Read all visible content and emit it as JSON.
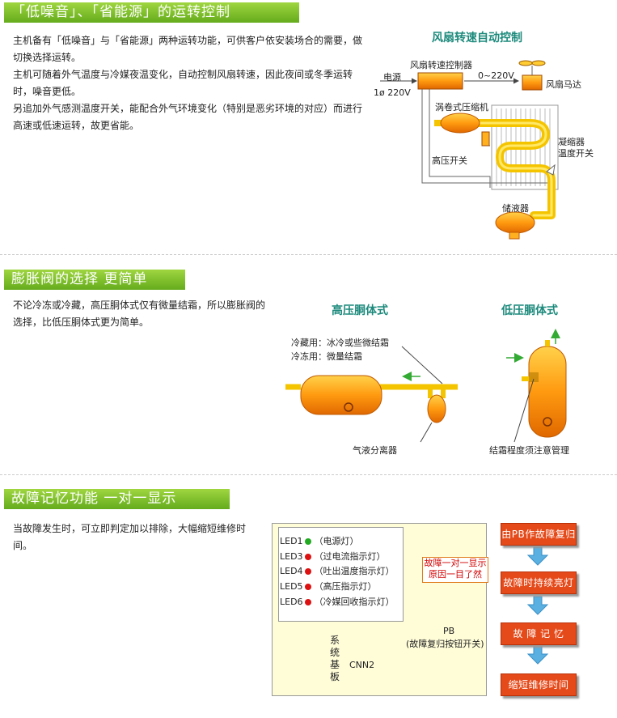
{
  "section1": {
    "title": "「低噪音」、「省能源」的运转控制",
    "paragraphs": [
      "主机备有「低噪音」与「省能源」两种运转功能，可供客户依安装场合的需要，做切换选择运转。",
      "主机可随着外气温度与冷媒夜温变化，自动控制风扇转速，因此夜间或冬季运转时，噪音更低。",
      "另追加外气感测温度开关，能配合外气环境变化（特别是恶劣环境的对应）而进行高速或低速运转，故更省能。"
    ],
    "diagram": {
      "title": "风扇转速自动控制",
      "fan_controller": "风扇转速控制器",
      "power": "电源",
      "power_spec": "1ø 220V",
      "voltage": "0~220V",
      "fan_motor": "风扇马达",
      "compressor": "涡卷式压缩机",
      "high_pressure_switch": "高压开关",
      "condenser_switch": "凝缩器\n温度开关",
      "receiver": "储液器"
    }
  },
  "section2": {
    "title": "膨胀阀的选择  更简单",
    "paragraph": "不论冷冻或冷藏，高压胴体式仅有微量结霜，所以膨胀阀的选择，比低压胴体式更为简单。",
    "high_title": "高压胴体式",
    "low_title": "低压胴体式",
    "note_cold": "冷藏用：冰冷或些微结霜",
    "note_freeze": "冷冻用：微量结霜",
    "separator": "气液分离器",
    "frost_note": "结霜程度须注意管理"
  },
  "section3": {
    "title": "故障记忆功能   一对一显示",
    "paragraph": "当故障发生时，可立即判定加以排除，大幅缩短维修时间。",
    "leds": [
      {
        "name": "LED1",
        "color": "#22aa22",
        "desc": "（电源灯）"
      },
      {
        "name": "LED3",
        "color": "#dd1111",
        "desc": "（过电流指示灯）"
      },
      {
        "name": "LED4",
        "color": "#dd1111",
        "desc": "（吐出温度指示灯）"
      },
      {
        "name": "LED5",
        "color": "#dd1111",
        "desc": "（高压指示灯）"
      },
      {
        "name": "LED6",
        "color": "#dd1111",
        "desc": "（冷媒回收指示灯）"
      }
    ],
    "fault_box_line1": "故障一对一显示",
    "fault_box_line2": "原因一目了然",
    "system_board": [
      "系",
      "统",
      "基",
      "板"
    ],
    "cnn2": "CNN2",
    "pb": "PB",
    "pb_desc": "(故障复归按钮开关)",
    "steps": [
      "由PB作故障复归",
      "故障时持续亮灯",
      "故 障 记 忆",
      "缩短维修时间"
    ]
  }
}
